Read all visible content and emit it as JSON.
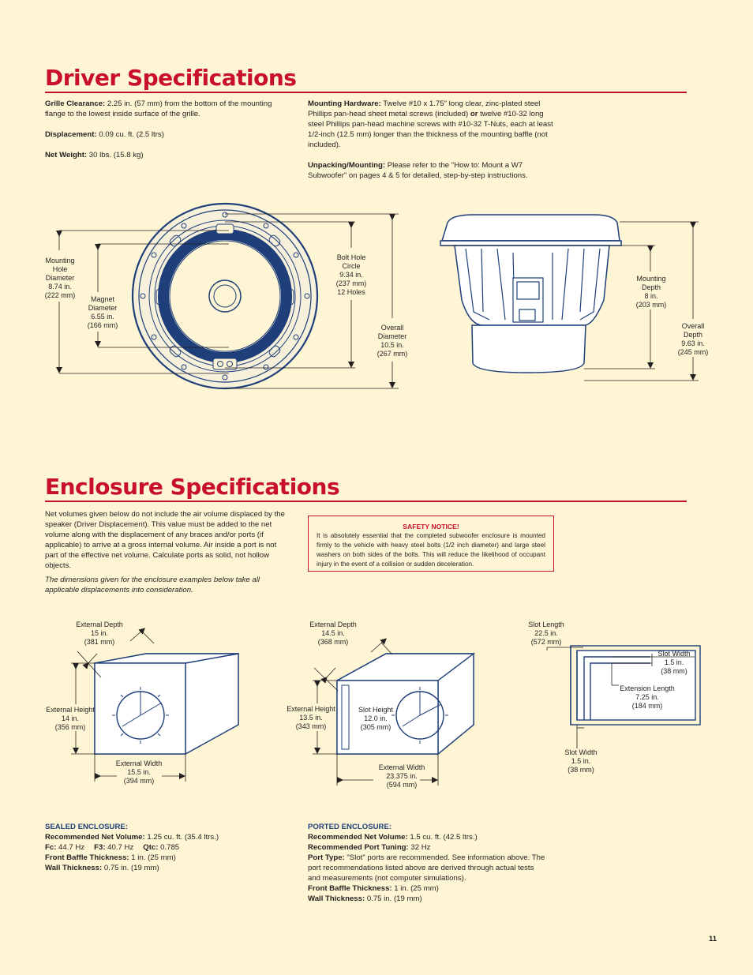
{
  "driver": {
    "title": "Driver Specifications",
    "grille_label": "Grille Clearance:",
    "grille_text": " 2.25 in. (57 mm) from the bottom of the mounting flange to the lowest inside surface of the grille.",
    "displacement_label": "Displacement:",
    "displacement_text": " 0.09 cu. ft. (2.5 ltrs)",
    "weight_label": "Net Weight:",
    "weight_text": " 30 lbs. (15.8 kg)",
    "hardware_label": "Mounting Hardware:",
    "hardware_text_1": "  Twelve #10 x 1.75\" long clear, zinc-plated steel Phillips pan-head sheet metal screws (included) ",
    "hardware_or": "or",
    "hardware_text_2": " twelve #10-32 long steel Phillips pan-head machine screws with #10-32 T-Nuts, each at least 1/2-inch (12.5 mm) longer than the thickness of the mounting baffle (not included).",
    "unpacking_label": "Unpacking/Mounting:",
    "unpacking_text": " Please refer to the \"How to: Mount a W7 Subwoofer\" on pages 4 & 5 for detailed, step-by-step instructions.",
    "dims": {
      "mounting_hole": [
        "Mounting",
        "Hole",
        "Diameter",
        "8.74 in.",
        "(222 mm)"
      ],
      "magnet": [
        "Magnet",
        "Diameter",
        "6.55 in.",
        "(166 mm)"
      ],
      "bolt_circle": [
        "Bolt Hole",
        "Circle",
        "9.34 in.",
        "(237 mm)",
        "12 Holes"
      ],
      "overall_diameter": [
        "Overall",
        "Diameter",
        "10.5 in.",
        "(267 mm)"
      ],
      "mounting_depth": [
        "Mounting",
        "Depth",
        "8 in.",
        "(203 mm)"
      ],
      "overall_depth": [
        "Overall",
        "Depth",
        "9.63 in.",
        "(245 mm)"
      ]
    }
  },
  "enclosure": {
    "title": "Enclosure Specifications",
    "intro": "Net volumes given below do not include the air volume displaced by the speaker (Driver Displacement). This value must be added to the net volume along with the displacement of any braces and/or ports (if applicable) to arrive at a gross internal volume.  Air inside a port is not part of the effective net volume. Calculate ports as solid, not hollow objects.",
    "intro_italic": "The dimensions given for the enclosure examples below take all applicable displacements into consideration.",
    "notice_title": "SAFETY NOTICE!",
    "notice_text": "It is absolutely essential that the completed subwoofer enclosure is mounted firmly to the vehicle with heavy steel bolts (1/2 inch diameter) and large steel washers on both sides of the bolts. This will reduce the likelihood of occupant injury in the event of a collision or sudden deceleration.",
    "sealed_dims": {
      "depth": [
        "External Depth",
        "15 in.",
        "(381 mm)"
      ],
      "height": [
        "External Height",
        "14 in.",
        "(356 mm)"
      ],
      "width": [
        "External Width",
        "15.5 in.",
        "(394 mm)"
      ]
    },
    "ported_dims": {
      "depth": [
        "External Depth",
        "14.5 in.",
        "(368 mm)"
      ],
      "height": [
        "External Height",
        "13.5 in.",
        "(343 mm)"
      ],
      "slot_height": [
        "Slot Height",
        "12.0 in.",
        "(305 mm)"
      ],
      "width": [
        "External Width",
        "23.375 in.",
        "(594 mm)"
      ],
      "slot_length": [
        "Slot Length",
        "22.5 in.",
        "(572 mm)"
      ],
      "slot_width_top": [
        "Slot Width",
        "1.5 in.",
        "(38 mm)"
      ],
      "extension": [
        "Extension Length",
        "7.25 in.",
        "(184 mm)"
      ],
      "slot_width_bottom": [
        "Slot Width",
        "1.5 in.",
        "(38 mm)"
      ]
    },
    "sealed": {
      "heading": "SEALED ENCLOSURE:",
      "net_label": "Recommended Net Volume:",
      "net_text": " 1.25 cu. ft. (35.4 ltrs.)",
      "fc_label": "Fc:",
      "fc_text": " 44.7 Hz",
      "f3_label": "F3:",
      "f3_text": " 40.7 Hz",
      "qtc_label": "Qtc:",
      "qtc_text": " 0.785",
      "baffle_label": "Front Baffle Thickness:",
      "baffle_text": " 1 in. (25 mm)",
      "wall_label": "Wall Thickness:",
      "wall_text": " 0.75 in. (19 mm)"
    },
    "ported": {
      "heading": "PORTED ENCLOSURE:",
      "net_label": "Recommended Net Volume:",
      "net_text": " 1.5 cu. ft. (42.5 ltrs.)",
      "tuning_label": "Recommended Port Tuning:",
      "tuning_text": " 32 Hz",
      "port_label": "Port Type:",
      "port_text": " \"Slot\" ports are recommended. See information above. The port recommendations listed above are derived through actual tests and measurements (not computer simulations).",
      "baffle_label": "Front Baffle Thickness:",
      "baffle_text": " 1 in. (25 mm)",
      "wall_label": "Wall Thickness:",
      "wall_text": " 0.75 in. (19 mm)"
    }
  },
  "page_number": "11",
  "colors": {
    "accent": "#c8102e",
    "heading_blue": "#1f3f7a",
    "diagram_blue": "#1f3f7a",
    "paper": "#fdf5d4"
  }
}
